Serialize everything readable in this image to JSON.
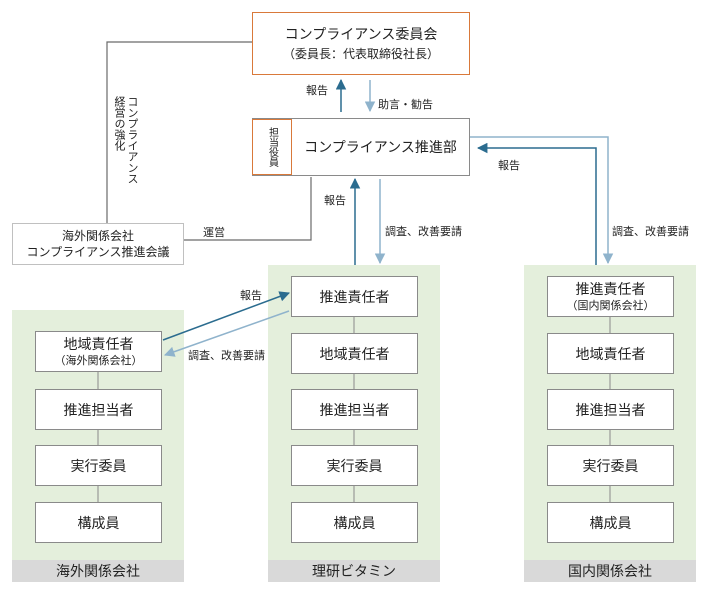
{
  "committee": {
    "title": "コンプライアンス委員会",
    "subtitle": "（委員長：代表取締役社長）"
  },
  "promotion": {
    "tag": "担当役員",
    "title": "コンプライアンス推進部"
  },
  "overseas_council": {
    "line1": "海外関係会社",
    "line2": "コンプライアンス推進会議"
  },
  "edge_labels": {
    "report_to_committee": "報告",
    "advice": "助言・勧告",
    "management_strengthening": "コンプライアンス経営の強化",
    "operate": "運営",
    "report_from_riken": "報告",
    "investigation_riken": "調査、改善要請",
    "report_from_domestic": "報告",
    "investigation_domestic": "調査、改善要請",
    "report_from_overseas": "報告",
    "investigation_overseas": "調査、改善要請"
  },
  "columns": {
    "overseas": {
      "footer": "海外関係会社",
      "head": {
        "main": "地域責任者",
        "sub": "（海外関係会社）"
      },
      "items": [
        "推進担当者",
        "実行委員",
        "構成員"
      ]
    },
    "riken": {
      "footer": "理研ビタミン",
      "head": {
        "main": "推進責任者"
      },
      "items": [
        "地域責任者",
        "推進担当者",
        "実行委員",
        "構成員"
      ]
    },
    "domestic": {
      "footer": "国内関係会社",
      "head": {
        "main": "推進責任者",
        "sub": "（国内関係会社）"
      },
      "items": [
        "地域責任者",
        "推進担当者",
        "実行委員",
        "構成員"
      ]
    }
  },
  "colors": {
    "committee_border": "#d9793a",
    "promotion_tag_border": "#d9793a",
    "arrow_dark": "#2b6c8f",
    "arrow_light": "#8fb3cc",
    "column_bg": "#e4efdc",
    "footer_bg": "#d9d9d9"
  }
}
